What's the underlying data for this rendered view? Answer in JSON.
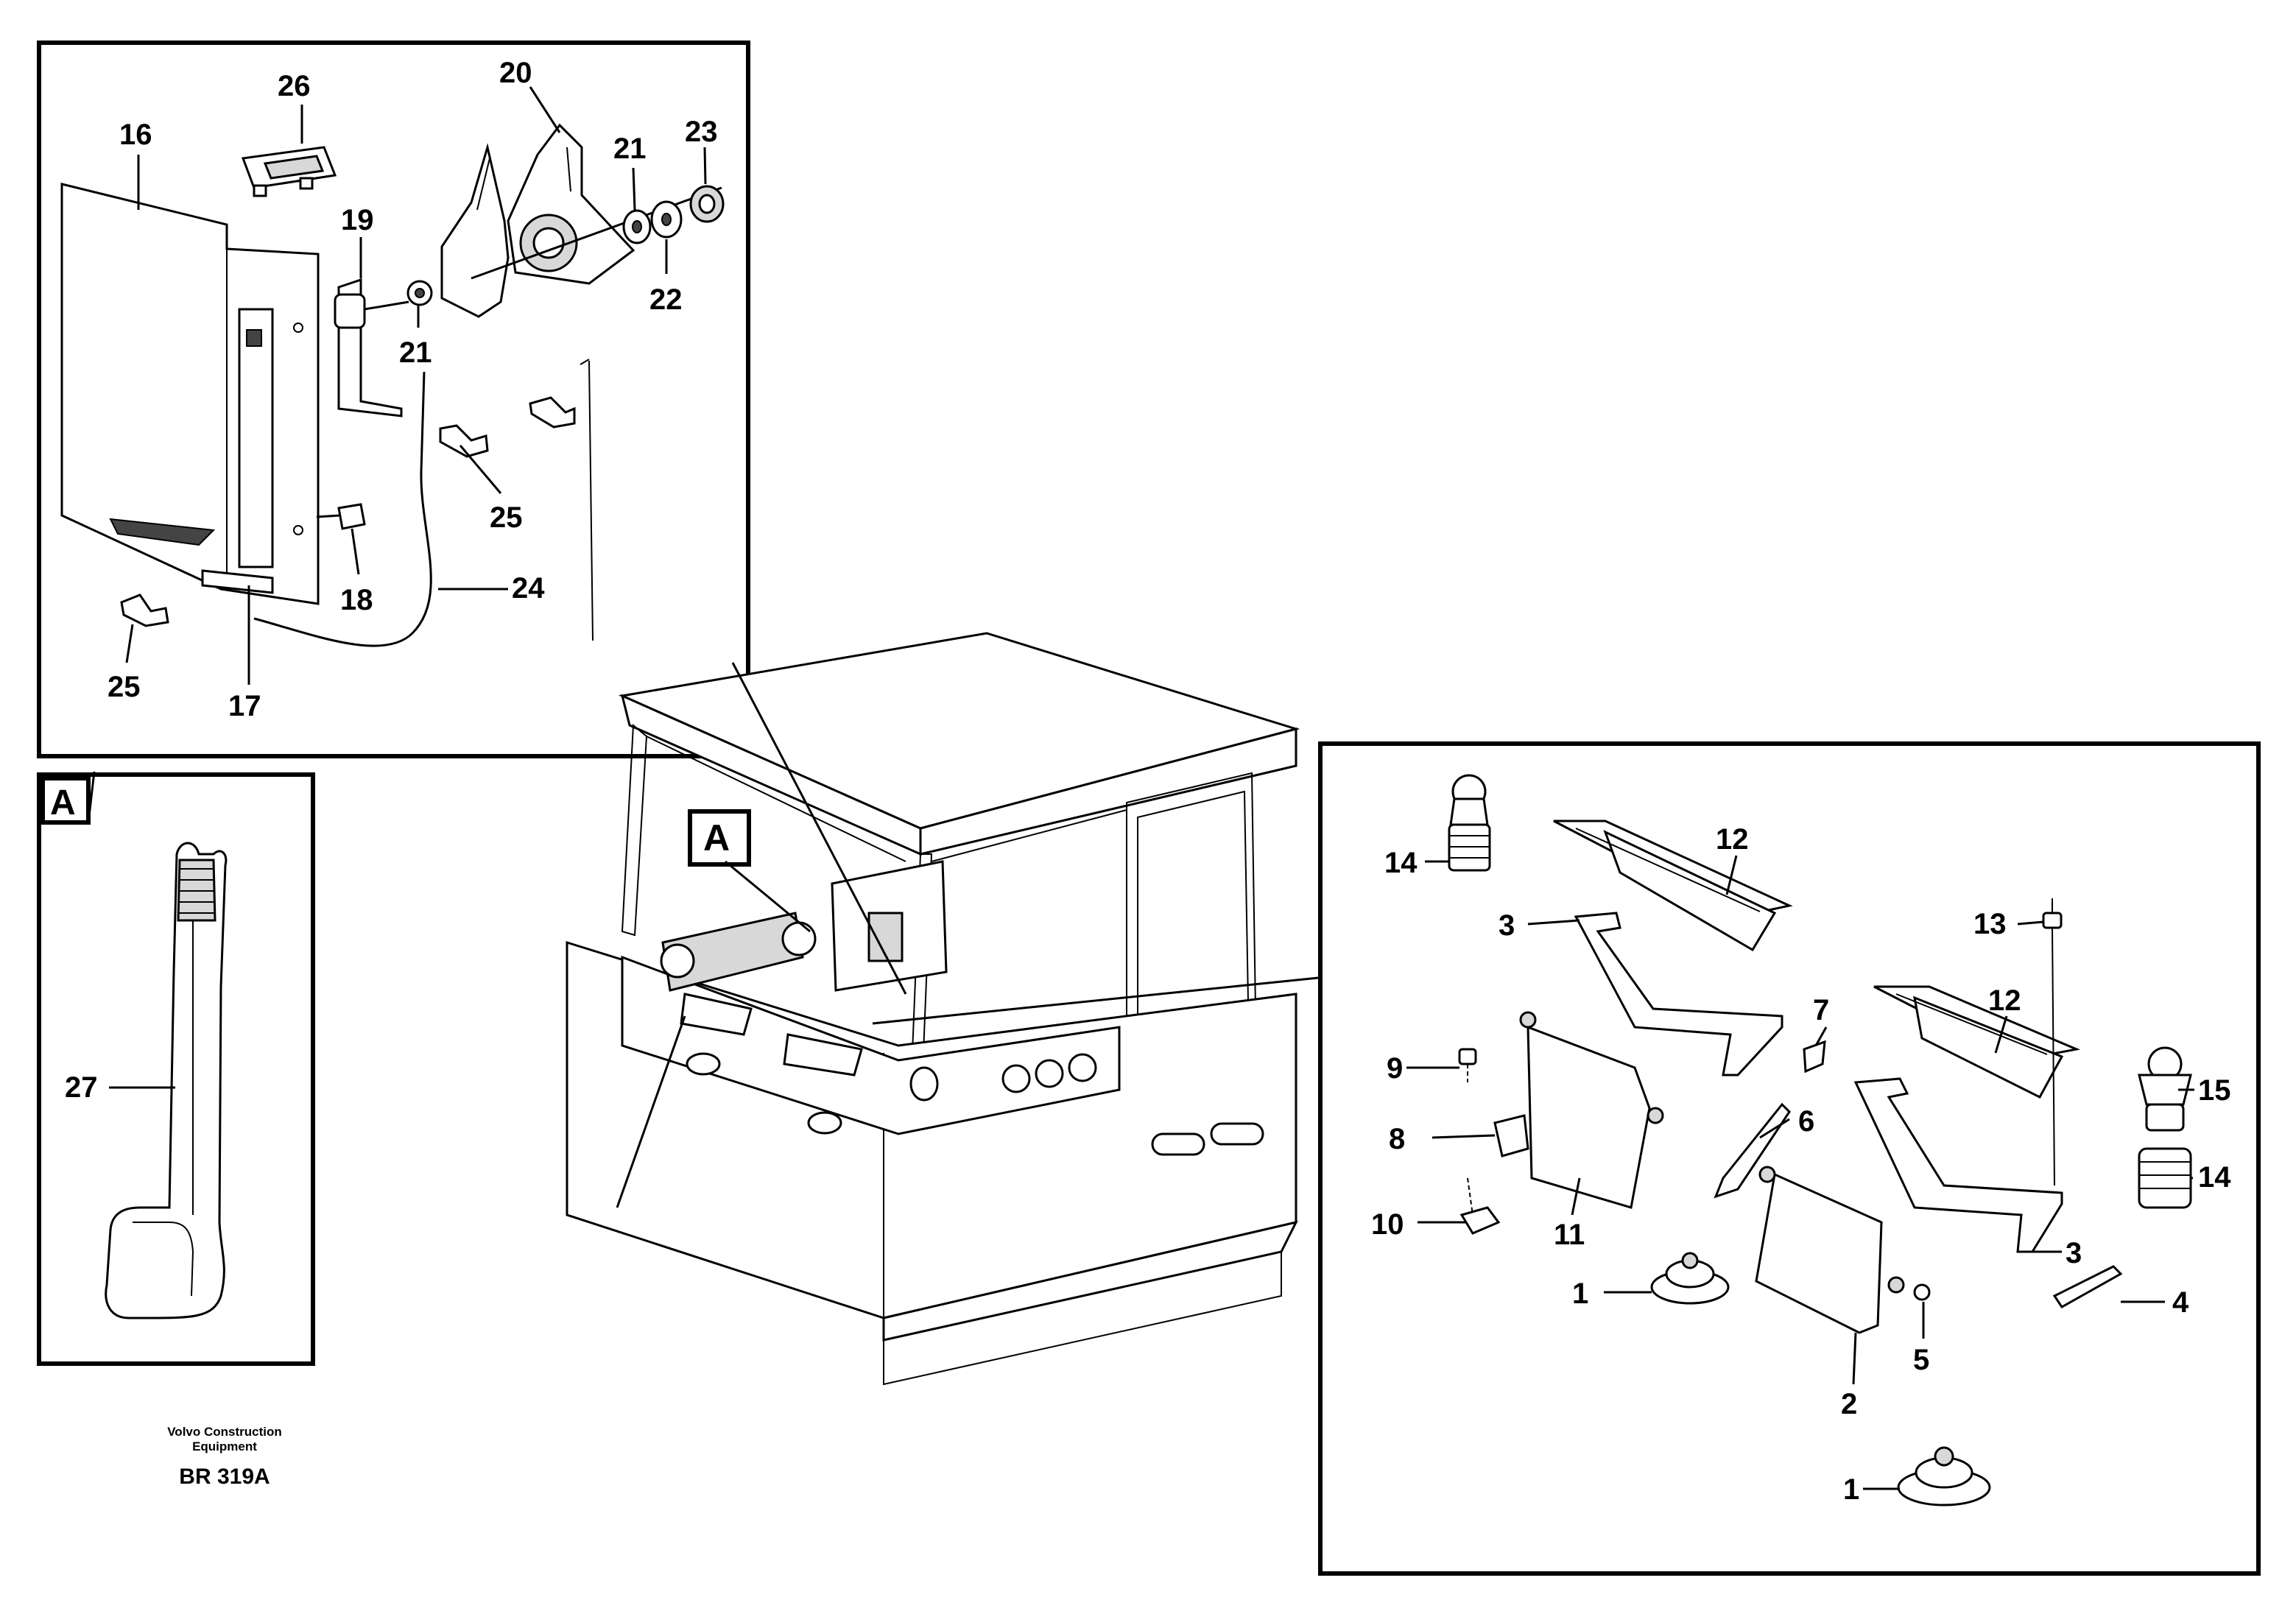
{
  "callouts": {
    "c16": "16",
    "c26": "26",
    "c20": "20",
    "c21a": "21",
    "c23": "23",
    "c19": "19",
    "c21b": "21",
    "c22": "22",
    "c25a": "25",
    "c18": "18",
    "c24": "24",
    "c25b": "25",
    "c17": "17",
    "c27": "27",
    "c14a": "14",
    "c12a": "12",
    "c3a": "3",
    "c13": "13",
    "c12b": "12",
    "c7": "7",
    "c9": "9",
    "c15": "15",
    "c6": "6",
    "c8": "8",
    "c14b": "14",
    "c10": "10",
    "c11": "11",
    "c3b": "3",
    "c1a": "1",
    "c4": "4",
    "c5": "5",
    "c2": "2",
    "c1b": "1"
  },
  "detail_labels": {
    "panel_a": "A",
    "cab_a": "A"
  },
  "footer": {
    "company_line1": "Volvo Construction",
    "company_line2": "Equipment",
    "drawing_code": "BR 319A"
  }
}
